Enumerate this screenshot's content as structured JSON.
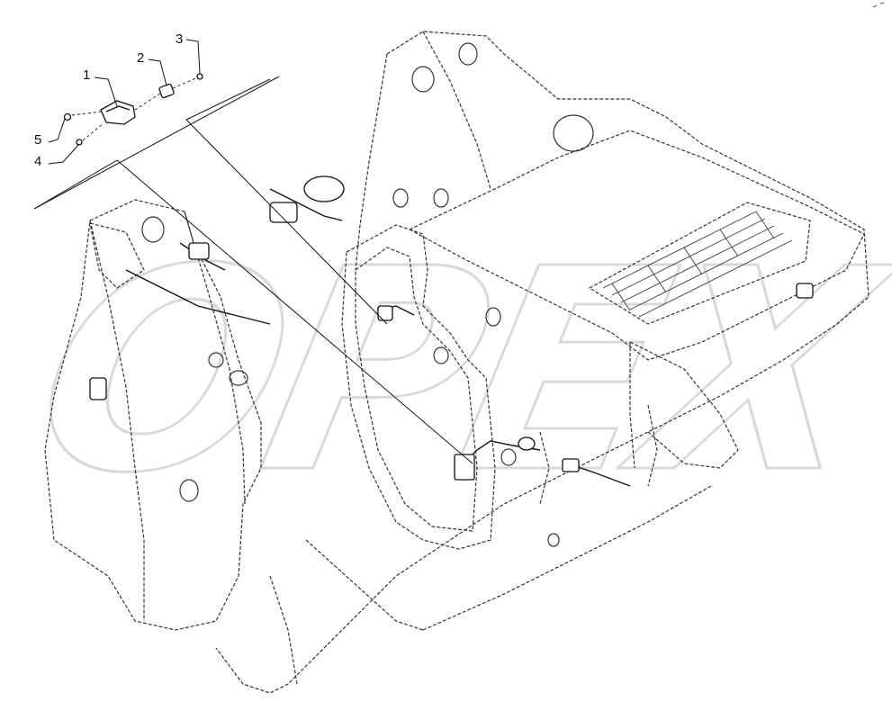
{
  "diagram": {
    "callouts": [
      {
        "id": "n1",
        "label": "1"
      },
      {
        "id": "n2",
        "label": "2"
      },
      {
        "id": "n3",
        "label": "3"
      },
      {
        "id": "n4",
        "label": "4"
      },
      {
        "id": "n5",
        "label": "5"
      }
    ],
    "watermark": "OPEX",
    "colors": {
      "line": "#222222",
      "hidden_line": "#444444",
      "watermark": "#dcdcdc",
      "background": "#ffffff"
    }
  }
}
